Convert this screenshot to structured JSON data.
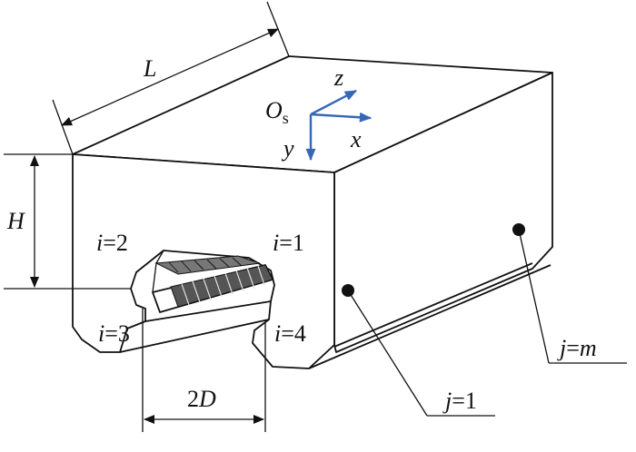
{
  "labels": {
    "length": "L",
    "height": "H",
    "origin_main": "O",
    "origin_sub": "s",
    "axis_x": "x",
    "axis_y": "y",
    "axis_z": "z",
    "width_num": "2",
    "width_var": "D",
    "i1": {
      "var": "i",
      "eq": "=1"
    },
    "i2": {
      "var": "i",
      "eq": "=2"
    },
    "i3": {
      "var": "i",
      "eq": "=3"
    },
    "i4": {
      "var": "i",
      "eq": "=4"
    },
    "j1": {
      "var": "j",
      "eq": "=1"
    },
    "jm": {
      "var": "j",
      "eq": "=",
      "sub": "m"
    }
  },
  "colors": {
    "line": "#111111",
    "axis": "#3567b5",
    "background": "#ffffff"
  }
}
